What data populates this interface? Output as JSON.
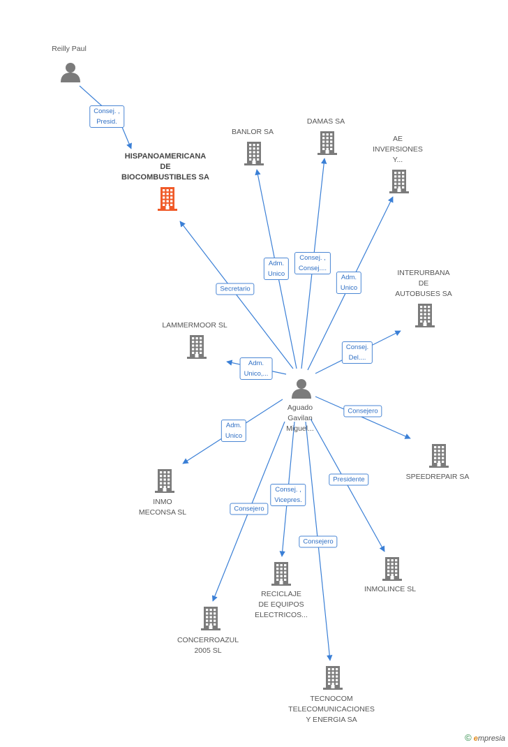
{
  "colors": {
    "edge": "#3a7fd6",
    "label_border": "#4a86d4",
    "label_text": "#2f6fc4",
    "node_gray": "#7b7b7b",
    "node_focus": "#f05a28"
  },
  "people": [
    {
      "id": "reilly",
      "name": "Reilly Paul"
    },
    {
      "id": "aguado",
      "name_lines": [
        "Aguado",
        "Gavilan",
        "Miguel..."
      ]
    }
  ],
  "companies": [
    {
      "id": "hispano",
      "lines": [
        "HISPANOAMERICANA",
        "DE",
        "BIOCOMBUSTIBLES SA"
      ],
      "focus": true
    },
    {
      "id": "banlor",
      "lines": [
        "BANLOR SA"
      ]
    },
    {
      "id": "damas",
      "lines": [
        "DAMAS SA"
      ]
    },
    {
      "id": "ae",
      "lines": [
        "AE",
        "INVERSIONES",
        "Y..."
      ]
    },
    {
      "id": "interurbana",
      "lines": [
        "INTERURBANA",
        "DE",
        "AUTOBUSES SA"
      ]
    },
    {
      "id": "lammermoor",
      "lines": [
        "LAMMERMOOR SL"
      ]
    },
    {
      "id": "speedrepair",
      "lines": [
        "SPEEDREPAIR SA"
      ]
    },
    {
      "id": "inmo",
      "lines": [
        "INMO",
        "MECONSA  SL"
      ]
    },
    {
      "id": "inmolince",
      "lines": [
        "INMOLINCE SL"
      ]
    },
    {
      "id": "reciclaje",
      "lines": [
        "RECICLAJE",
        "DE EQUIPOS",
        "ELECTRICOS..."
      ]
    },
    {
      "id": "concerroazul",
      "lines": [
        "CONCERROAZUL",
        "2005 SL"
      ]
    },
    {
      "id": "tecnocom",
      "lines": [
        "TECNOCOM",
        "TELECOMUNICACIONES",
        "Y ENERGIA SA"
      ]
    }
  ],
  "relations": [
    {
      "from": "reilly",
      "to": "hispano",
      "lines": [
        "Consej. ,",
        "Presid."
      ]
    },
    {
      "from": "aguado",
      "to": "hispano",
      "lines": [
        "Secretario"
      ]
    },
    {
      "from": "aguado",
      "to": "banlor",
      "lines": [
        "Adm.",
        "Unico"
      ]
    },
    {
      "from": "aguado",
      "to": "damas",
      "lines": [
        "Consej. ,",
        "Consej...."
      ]
    },
    {
      "from": "aguado",
      "to": "ae",
      "lines": [
        "Adm.",
        "Unico"
      ]
    },
    {
      "from": "aguado",
      "to": "interurbana",
      "lines": [
        "Consej.",
        "Del...."
      ]
    },
    {
      "from": "aguado",
      "to": "lammermoor",
      "lines": [
        "Adm.",
        "Unico,..."
      ]
    },
    {
      "from": "aguado",
      "to": "speedrepair",
      "lines": [
        "Consejero"
      ]
    },
    {
      "from": "aguado",
      "to": "inmo",
      "lines": [
        "Adm.",
        "Unico"
      ]
    },
    {
      "from": "aguado",
      "to": "inmolince",
      "lines": [
        "Presidente"
      ]
    },
    {
      "from": "aguado",
      "to": "reciclaje",
      "lines": [
        "Consej. ,",
        "Vicepres."
      ]
    },
    {
      "from": "aguado",
      "to": "concerroazul",
      "lines": [
        "Consejero"
      ]
    },
    {
      "from": "aguado",
      "to": "tecnocom",
      "lines": [
        "Consejero"
      ]
    }
  ],
  "brand": {
    "copyright": "©",
    "name_initial": "e",
    "name_rest": "mpresia"
  }
}
